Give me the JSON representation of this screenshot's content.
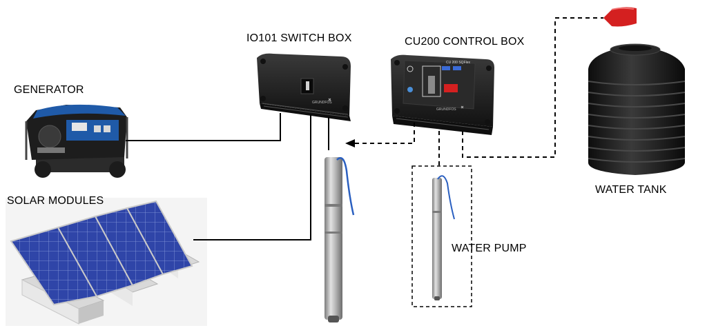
{
  "labels": {
    "generator": "GENERATOR",
    "solar_modules": "SOLAR MODULES",
    "switch_box": "IO101 SWITCH BOX",
    "control_box": "CU200 CONTROL BOX",
    "water_tank": "WATER TANK",
    "water_pump": "WATER PUMP"
  },
  "device_branding": {
    "switch_box_brand": "GRUNDFOS",
    "control_box_brand": "GRUNDFOS",
    "control_box_model": "CU 200 SQFlex"
  },
  "colors": {
    "background": "#ffffff",
    "line": "#000000",
    "box_body": "#1e1e1e",
    "generator_blue": "#1f5aa8",
    "solar_blue": "#2c3f9c",
    "float_switch_red": "#d42020",
    "tank_body": "#202020",
    "pump_steel": "#a9a9a9",
    "cable_blue": "#2a5fc0"
  },
  "icons": {
    "generator": "generator-icon",
    "solar": "solar-panel-icon",
    "switch_box": "switch-box-icon",
    "control_box": "control-box-icon",
    "tank": "water-tank-icon",
    "pump": "submersible-pump-icon",
    "float_switch": "float-switch-icon"
  }
}
